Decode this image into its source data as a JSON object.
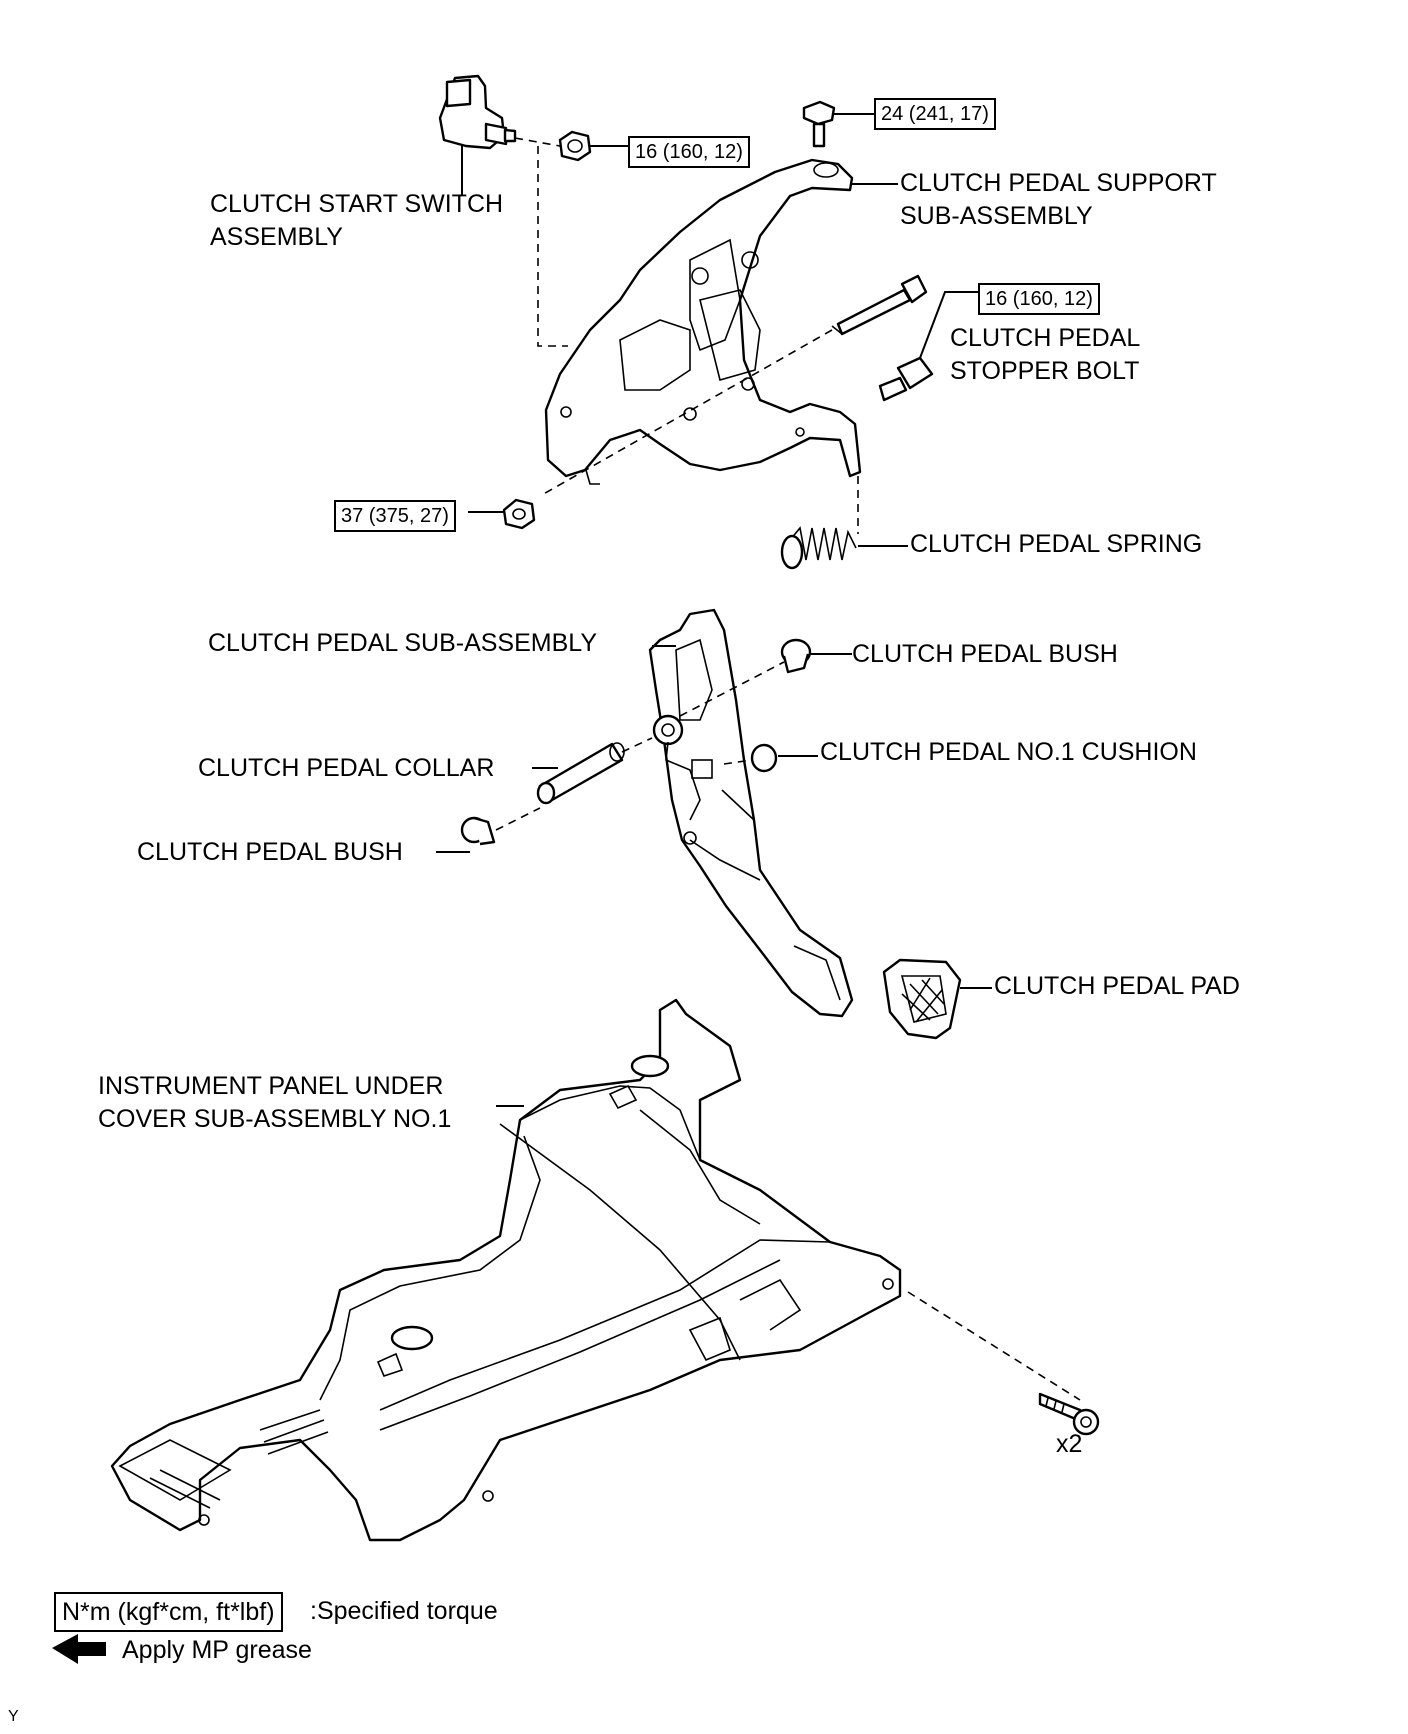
{
  "labels": {
    "clutch_start_switch": [
      "CLUTCH START SWITCH",
      "ASSEMBLY"
    ],
    "support_sub_assembly": [
      "CLUTCH PEDAL SUPPORT",
      "SUB-ASSEMBLY"
    ],
    "stopper_bolt": [
      "CLUTCH PEDAL",
      "STOPPER BOLT"
    ],
    "pedal_spring": "CLUTCH PEDAL SPRING",
    "pedal_sub_assembly": "CLUTCH PEDAL SUB-ASSEMBLY",
    "pedal_bush_right": "CLUTCH PEDAL BUSH",
    "pedal_collar": "CLUTCH PEDAL COLLAR",
    "no1_cushion": "CLUTCH PEDAL NO.1 CUSHION",
    "pedal_bush_left": "CLUTCH PEDAL BUSH",
    "pedal_pad": "CLUTCH PEDAL PAD",
    "under_cover": [
      "INSTRUMENT PANEL UNDER",
      "COVER SUB-ASSEMBLY NO.1"
    ],
    "screw_qty": "x2"
  },
  "torques": {
    "switch_nut": "16 (160, 12)",
    "support_bolt": "24 (241, 17)",
    "stopper_bolt": "16 (160, 12)",
    "pivot_nut": "37 (375, 27)"
  },
  "legend": {
    "torque_unit": "N*m (kgf*cm, ft*lbf)",
    "torque_desc": ":Specified torque",
    "grease_desc": "Apply MP grease",
    "grease_icon": "left-arrow-icon"
  },
  "corner_mark": "Y"
}
